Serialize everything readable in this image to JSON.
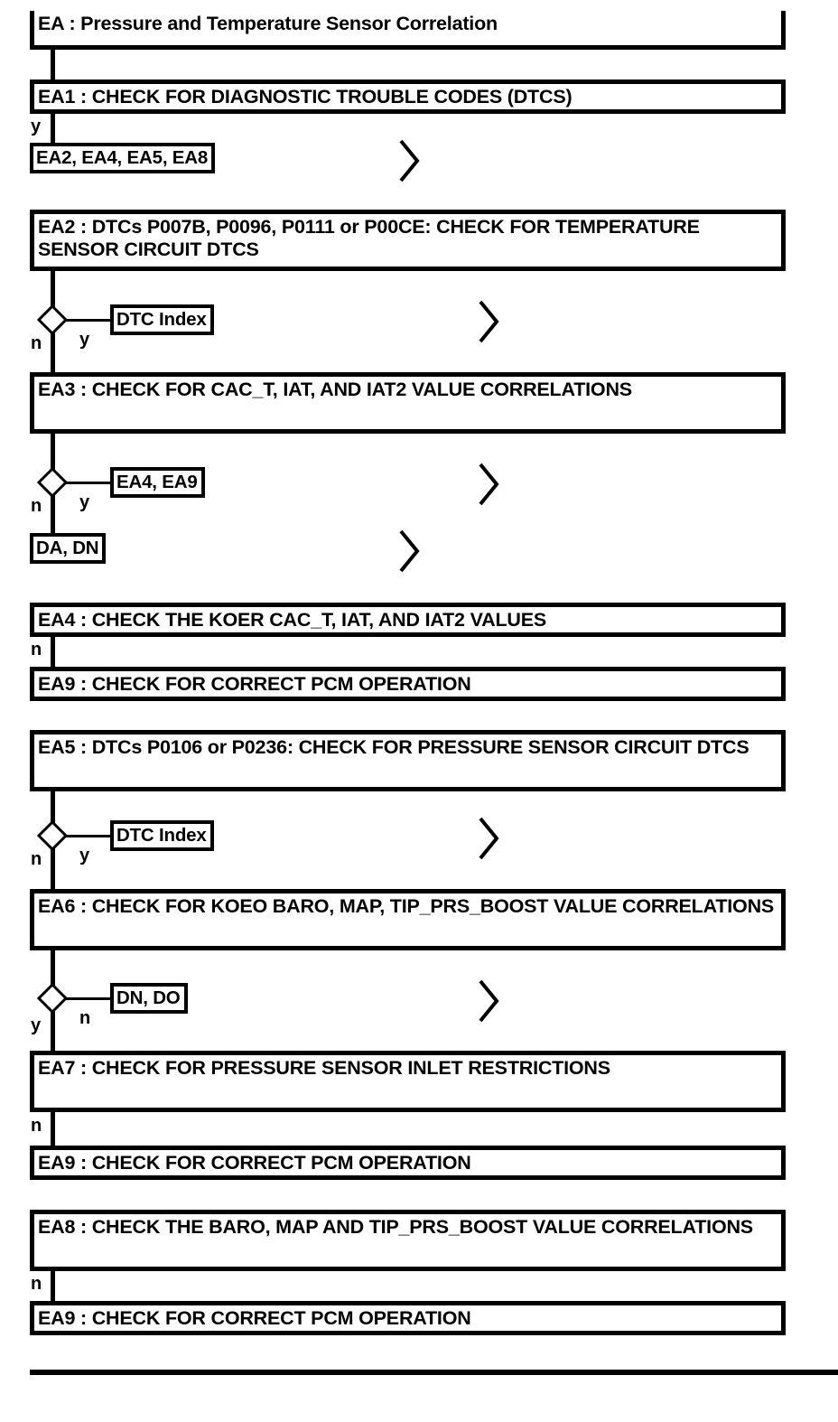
{
  "diagram": {
    "title": "EA : Pressure and Temperature Sensor Correlation",
    "type": "diagnostic-flowchart",
    "colors": {
      "ink": "#000000",
      "paper": "#ffffff"
    },
    "labels": {
      "yes": "y",
      "no": "n",
      "chevron": "chevron-right-icon"
    },
    "steps": [
      {
        "id": "EA1",
        "text": "EA1 : CHECK FOR DIAGNOSTIC TROUBLE CODES (DTCS)"
      },
      {
        "id": "EA2",
        "text": "EA2 : DTCs P007B, P0096, P0111 or P00CE: CHECK FOR TEMPERATURE SENSOR CIRCUIT DTCS"
      },
      {
        "id": "EA3",
        "text": "EA3 : CHECK FOR CAC_T, IAT, AND IAT2 VALUE CORRELATIONS"
      },
      {
        "id": "EA4",
        "text": "EA4 : CHECK THE KOER CAC_T, IAT, AND IAT2 VALUES"
      },
      {
        "id": "EA9a",
        "text": "EA9 : CHECK FOR CORRECT PCM OPERATION"
      },
      {
        "id": "EA5",
        "text": "EA5 : DTCs P0106 or P0236: CHECK FOR PRESSURE SENSOR CIRCUIT DTCS"
      },
      {
        "id": "EA6",
        "text": "EA6 : CHECK FOR KOEO BARO, MAP, TIP_PRS_BOOST VALUE CORRELATIONS"
      },
      {
        "id": "EA7",
        "text": "EA7 : CHECK FOR PRESSURE SENSOR INLET RESTRICTIONS"
      },
      {
        "id": "EA9b",
        "text": "EA9 : CHECK FOR CORRECT PCM OPERATION"
      },
      {
        "id": "EA8",
        "text": "EA8 : CHECK THE BARO, MAP AND TIP_PRS_BOOST VALUE CORRELATIONS"
      },
      {
        "id": "EA9c",
        "text": "EA9 : CHECK FOR CORRECT PCM OPERATION"
      }
    ],
    "refs": [
      {
        "id": "ref1",
        "text": "EA2, EA4, EA5, EA8"
      },
      {
        "id": "ref2",
        "text": "DTC Index"
      },
      {
        "id": "ref3",
        "text": "EA4, EA9"
      },
      {
        "id": "ref4",
        "text": "DA, DN"
      },
      {
        "id": "ref5",
        "text": "DTC Index"
      },
      {
        "id": "ref6",
        "text": "DN, DO"
      }
    ],
    "branches": [
      {
        "id": "b-ea1",
        "from": "EA1",
        "down": "y"
      },
      {
        "id": "b-ea2",
        "from": "EA2",
        "down": "n",
        "side": "y",
        "target": "DTC Index"
      },
      {
        "id": "b-ea3",
        "from": "EA3",
        "down": "n",
        "side": "y",
        "target": "EA4, EA9"
      },
      {
        "id": "b-ea4",
        "from": "EA4",
        "down": "n"
      },
      {
        "id": "b-ea5",
        "from": "EA5",
        "down": "n",
        "side": "y",
        "target": "DTC Index"
      },
      {
        "id": "b-ea6",
        "from": "EA6",
        "down": "y",
        "side": "n",
        "target": "DN, DO"
      },
      {
        "id": "b-ea7",
        "from": "EA7",
        "down": "n"
      },
      {
        "id": "b-ea8",
        "from": "EA8",
        "down": "n"
      }
    ]
  }
}
